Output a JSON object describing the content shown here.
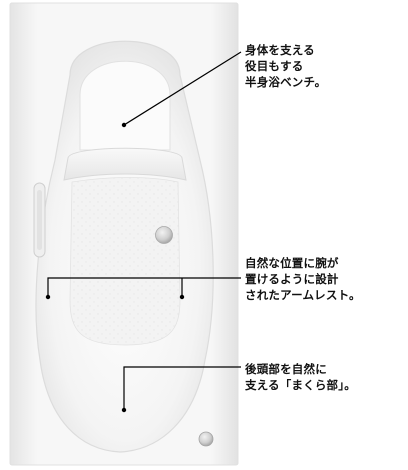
{
  "callouts": {
    "half_bath_bench": {
      "lines": [
        "身体を支える",
        "役目もする",
        "半身浴ベンチ。"
      ]
    },
    "armrest": {
      "lines": [
        "自然な位置に腕が",
        "置けるように設計",
        "されたアームレスト。"
      ]
    },
    "pillow": {
      "lines": [
        "後頭部を自然に",
        "支える「まくら部」。"
      ]
    }
  },
  "colors": {
    "tub_body": "#f6f6f6",
    "tub_inner": "#ffffff",
    "shadow": "#d9d9d9",
    "leader": "#000000",
    "drain_metal": "#c8c8c8"
  }
}
